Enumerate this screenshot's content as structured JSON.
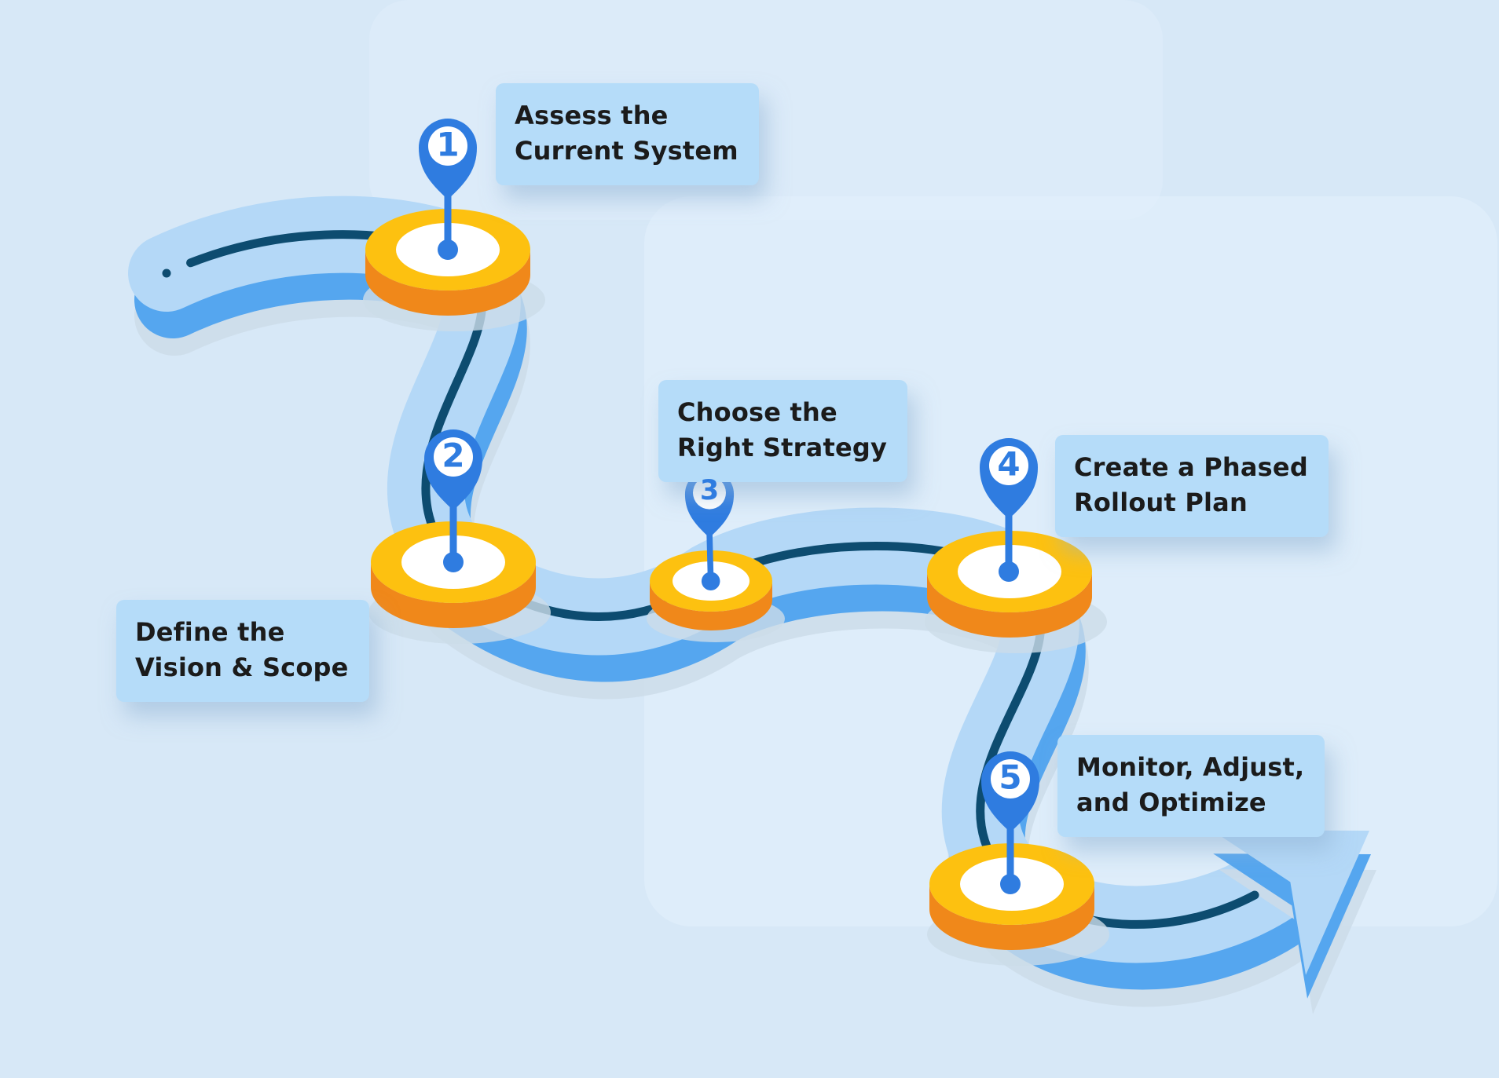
{
  "steps": [
    {
      "number": "1",
      "label_line1": "Assess the",
      "label_line2": "Current System"
    },
    {
      "number": "2",
      "label_line1": "Define the",
      "label_line2": "Vision & Scope"
    },
    {
      "number": "3",
      "label_line1": "Choose the",
      "label_line2": "Right Strategy"
    },
    {
      "number": "4",
      "label_line1": "Create a Phased",
      "label_line2": "Rollout Plan"
    },
    {
      "number": "5",
      "label_line1": "Monitor, Adjust,",
      "label_line2": "and Optimize"
    }
  ],
  "icons": {
    "pin": "map-pin-icon",
    "milestone": "milestone-disc-icon",
    "arrow": "arrow-up-right-icon"
  },
  "colors": {
    "background": "#d7e8f7",
    "background_patch": "#e3f0fc",
    "road_top": "#b4d8f7",
    "road_side": "#55a6ef",
    "road_line": "#0d4c70",
    "road_shadow": "#ccdce9",
    "milestone_top": "#fdc110",
    "milestone_side": "#f0881a",
    "milestone_inner": "#ffffff",
    "pin": "#2f7ce0",
    "label_background": "#b5dcf9",
    "label_text": "#1b1b1b"
  }
}
